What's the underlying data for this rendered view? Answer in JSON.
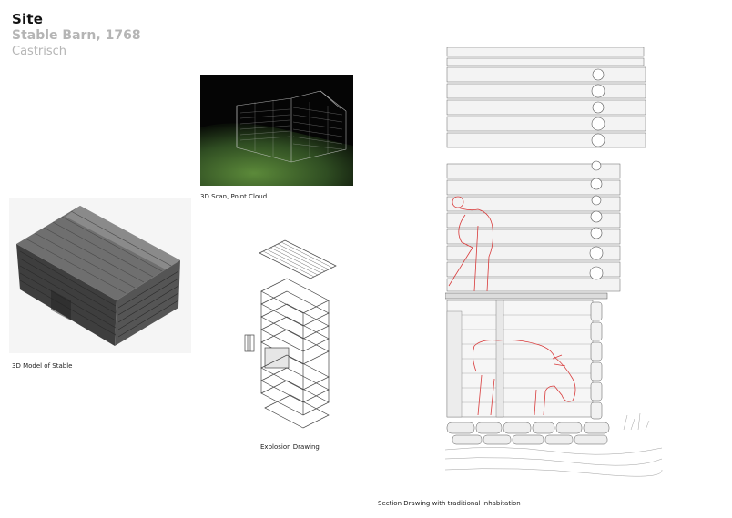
{
  "header": {
    "title": "Site",
    "subtitle": "Stable Barn, 1768",
    "location": "Castrisch"
  },
  "figures": {
    "point_cloud": {
      "caption": "3D Scan, Point Cloud"
    },
    "model": {
      "caption": "3D Model of Stable"
    },
    "explosion": {
      "caption": "Explosion Drawing"
    },
    "section": {
      "caption": "Section Drawing with traditional inhabitation"
    }
  },
  "colors": {
    "figure_outline": "#d83a3a",
    "scan_background": "#050505",
    "grass": "#3e6a2a"
  }
}
